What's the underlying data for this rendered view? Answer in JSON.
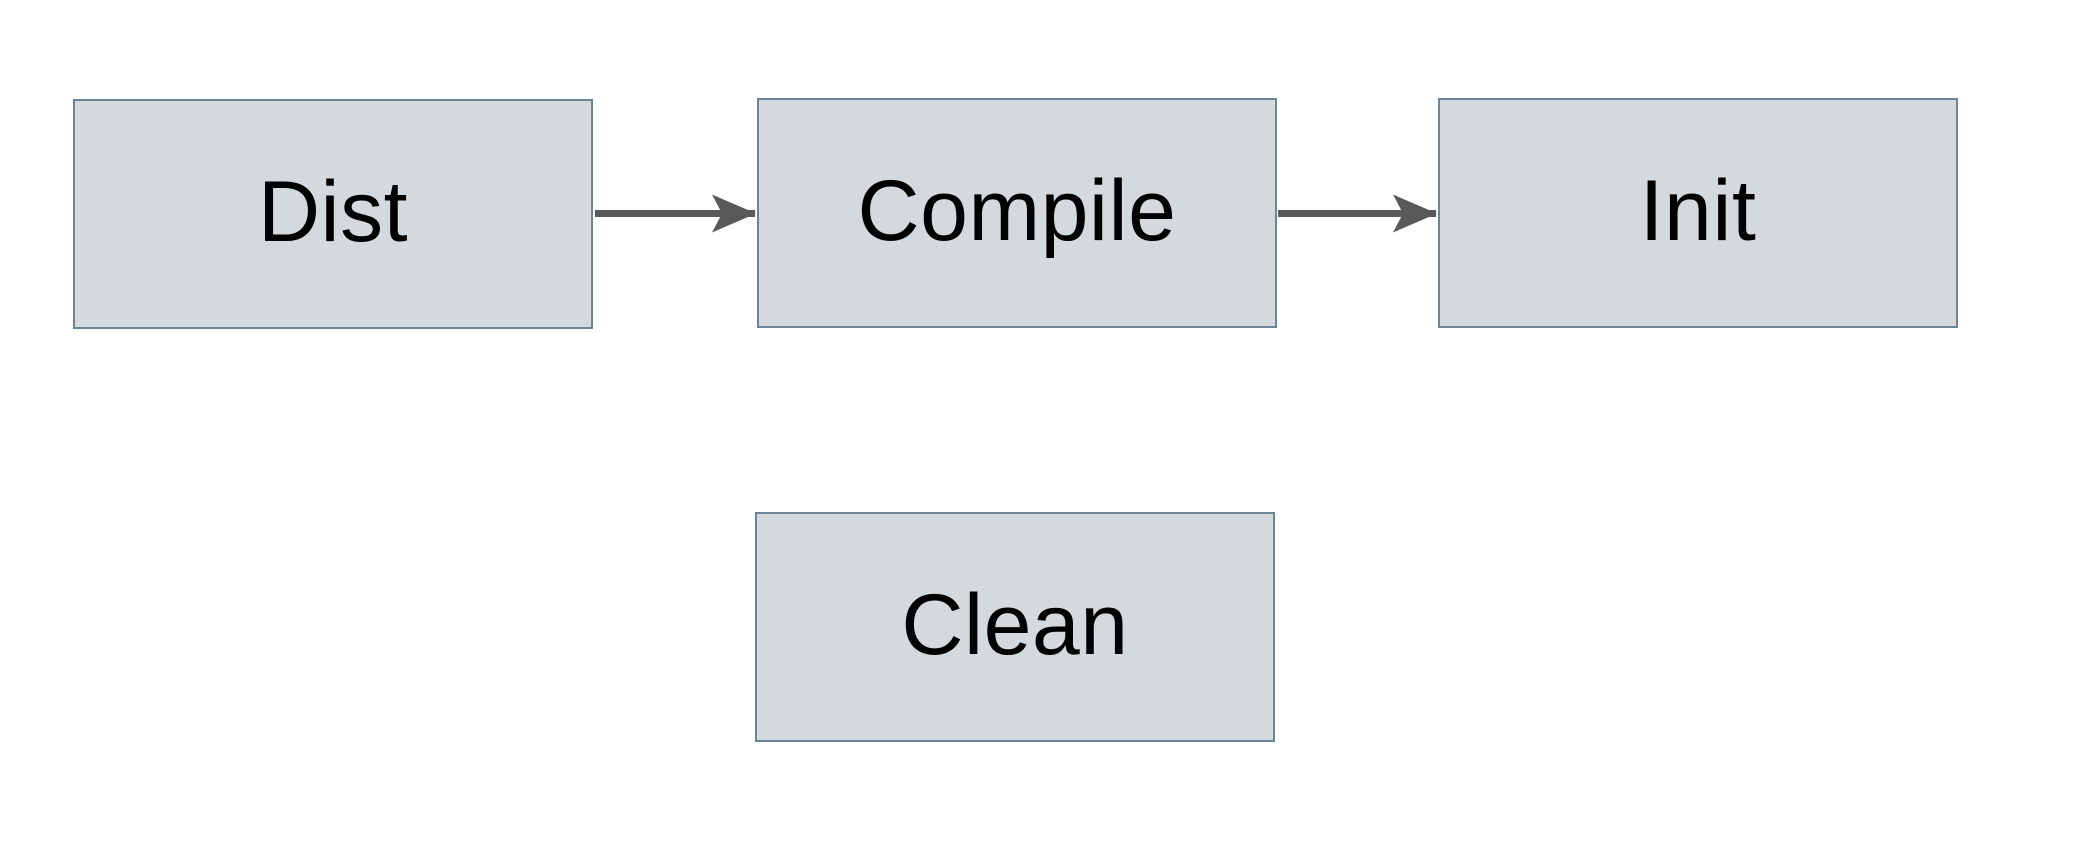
{
  "diagram": {
    "type": "flowchart",
    "background_color": "#ffffff",
    "node_fill_color": "#d3d9dc",
    "node_border_color": "#6c8494",
    "node_text_color": "#000000",
    "arrow_color": "#595959",
    "nodes": [
      {
        "id": "dist",
        "label": "Dist"
      },
      {
        "id": "compile",
        "label": "Compile"
      },
      {
        "id": "init",
        "label": "Init"
      },
      {
        "id": "clean",
        "label": "Clean"
      }
    ],
    "edges": [
      {
        "from": "Dist",
        "to": "Compile",
        "direction": "right"
      },
      {
        "from": "Compile",
        "to": "Init",
        "direction": "right"
      }
    ]
  }
}
